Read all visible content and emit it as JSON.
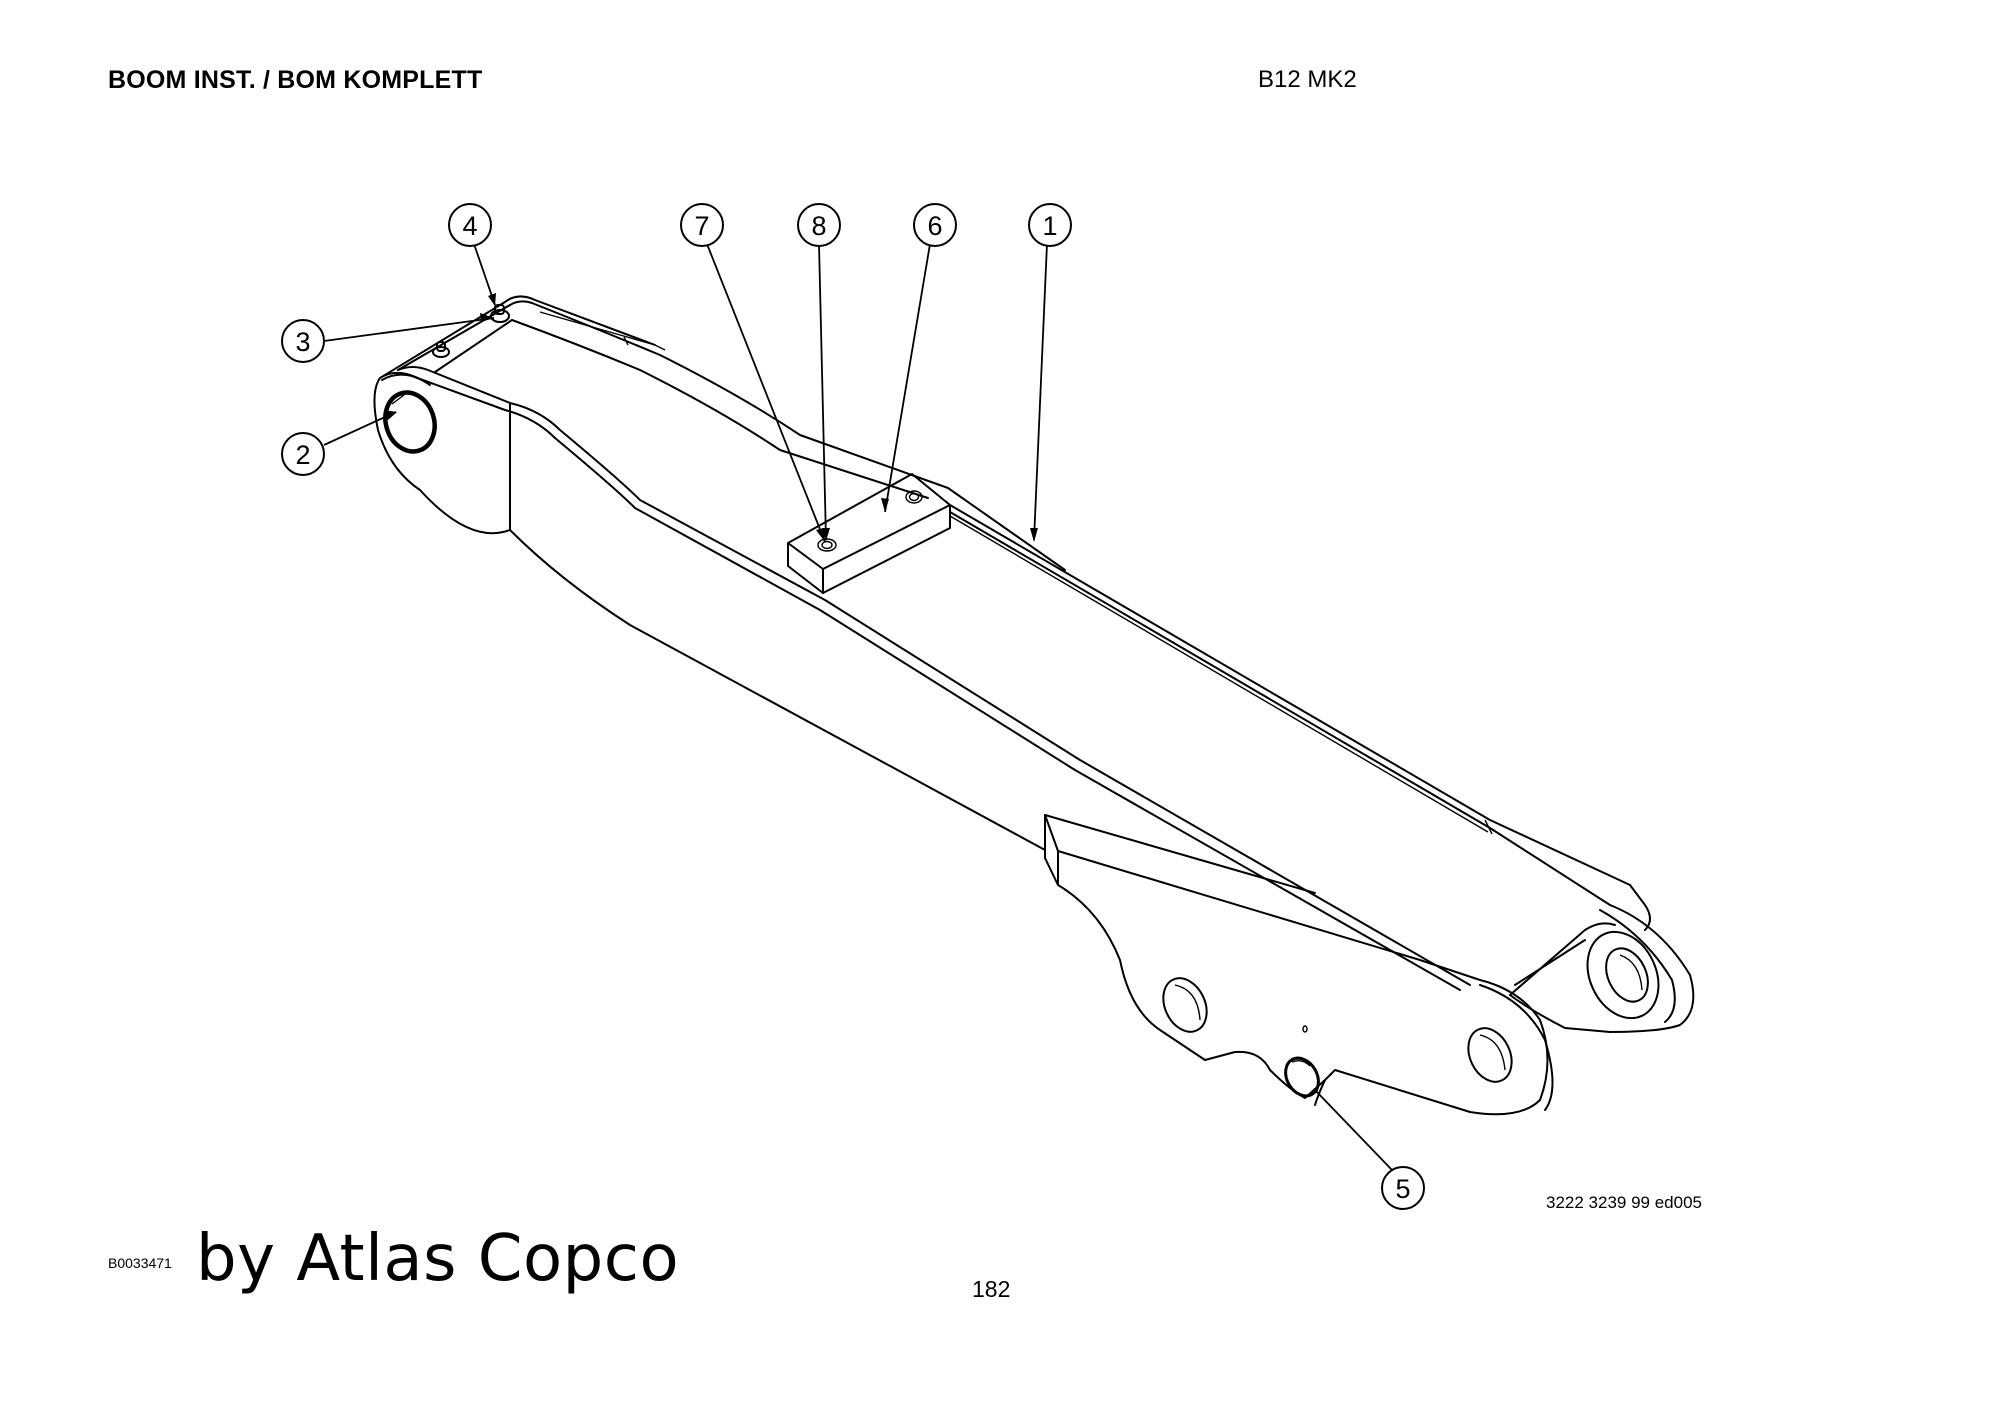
{
  "header": {
    "title": "BOOM INST. / BOM KOMPLETT",
    "model": "B12 MK2"
  },
  "drawing": {
    "subject": "boom-assembly",
    "document_code": "3222 3239 99 ed005",
    "callouts": [
      {
        "id": "callout-1",
        "label": "1",
        "points_to": "boom-body"
      },
      {
        "id": "callout-2",
        "label": "2",
        "points_to": "rear-pivot-bushing"
      },
      {
        "id": "callout-3",
        "label": "3",
        "points_to": "grease-nipple"
      },
      {
        "id": "callout-4",
        "label": "4",
        "points_to": "grease-nipple-cap"
      },
      {
        "id": "callout-5",
        "label": "5",
        "points_to": "lower-bracket-bushing"
      },
      {
        "id": "callout-6",
        "label": "6",
        "points_to": "stop-block"
      },
      {
        "id": "callout-7",
        "label": "7",
        "points_to": "block-screw"
      },
      {
        "id": "callout-8",
        "label": "8",
        "points_to": "block-washer"
      }
    ]
  },
  "footer": {
    "image_id": "B0033471",
    "brand": "by Atlas Copco",
    "page_number": "182"
  }
}
